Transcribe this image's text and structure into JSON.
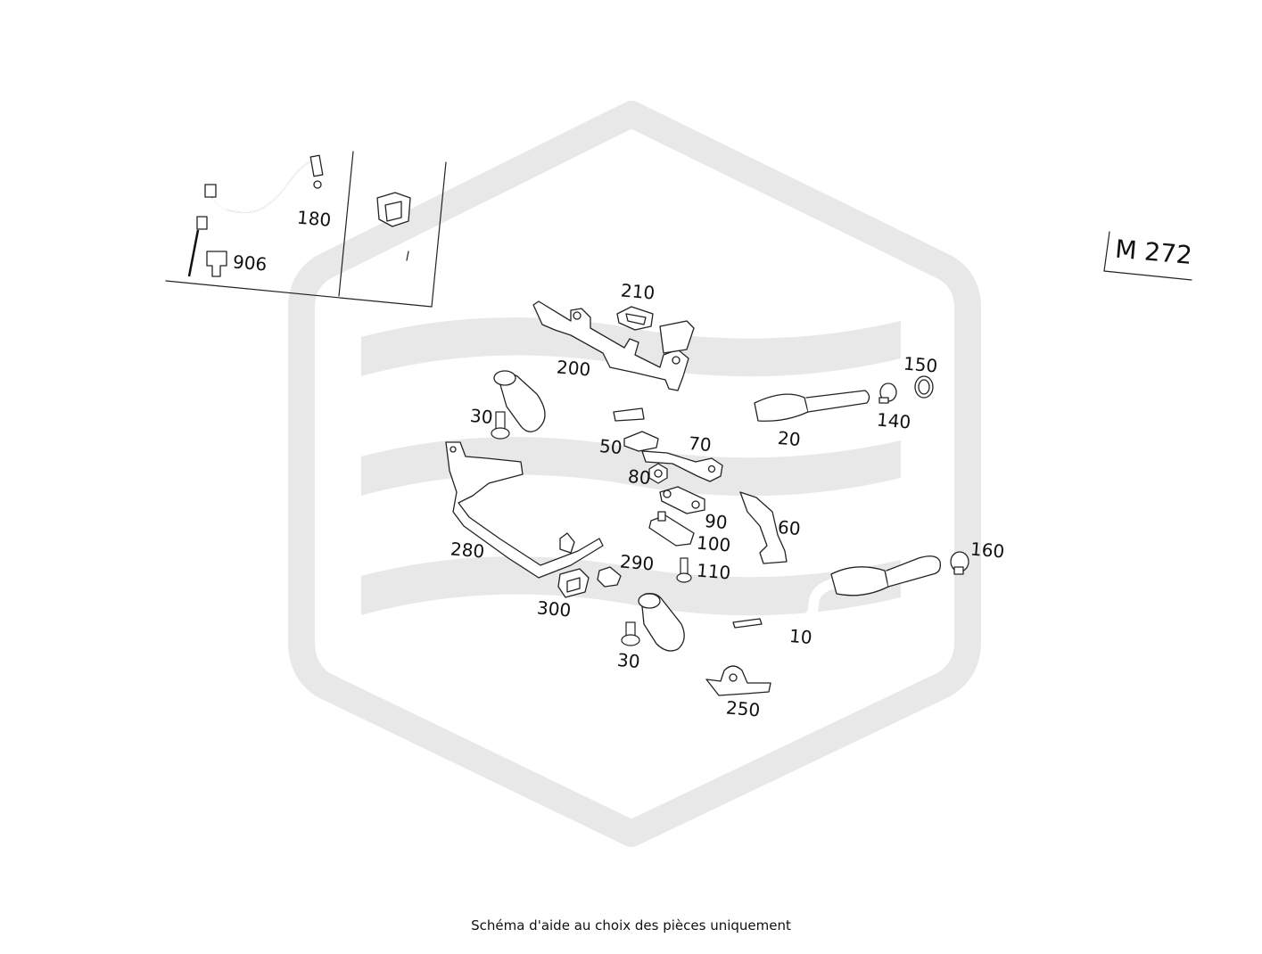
{
  "engine_code": "M 272",
  "footer_note": "Schéma d'aide au choix des pièces uniquement",
  "watermark": "hexagon-waves-logo",
  "callouts": {
    "c180": "180",
    "c906": "906",
    "c210": "210",
    "c200": "200",
    "c150": "150",
    "c140": "140",
    "c30a": "30",
    "c20": "20",
    "c50": "50",
    "c70": "70",
    "c80": "80",
    "c90": "90",
    "c100": "100",
    "c60": "60",
    "c280": "280",
    "c290": "290",
    "c110": "110",
    "c160": "160",
    "c300": "300",
    "c30b": "30",
    "c10": "10",
    "c250": "250"
  },
  "colors": {
    "line": "#222222",
    "watermark": "#e8e8e8",
    "background": "#ffffff"
  }
}
